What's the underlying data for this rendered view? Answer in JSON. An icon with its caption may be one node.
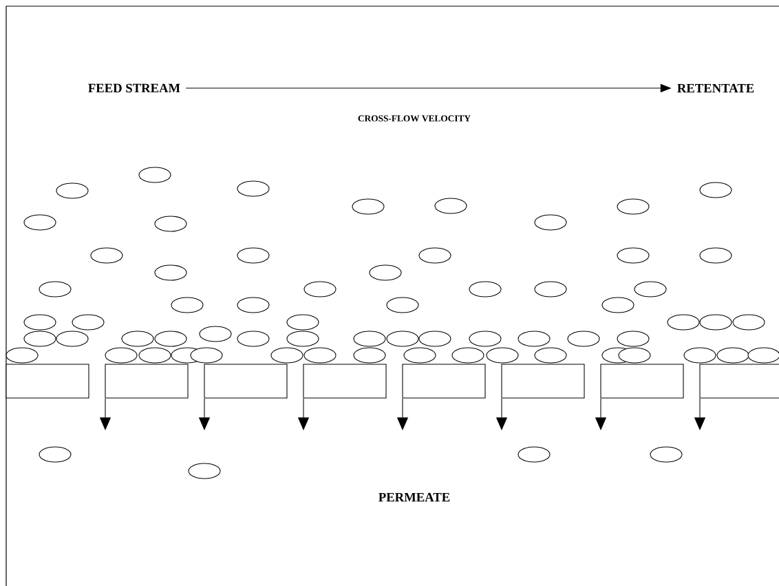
{
  "diagram": {
    "nodes": [
      {
        "text": [
          "FEED STREAM"
        ]
      },
      {
        "text": [
          "RETENTATE"
        ]
      },
      {
        "text": [
          "PERMEATE"
        ]
      }
    ],
    "edges": [
      {
        "from": 0,
        "to": 1,
        "arrow": "to",
        "label": "CROSS-FLOW VELOCITY"
      }
    ]
  }
}
